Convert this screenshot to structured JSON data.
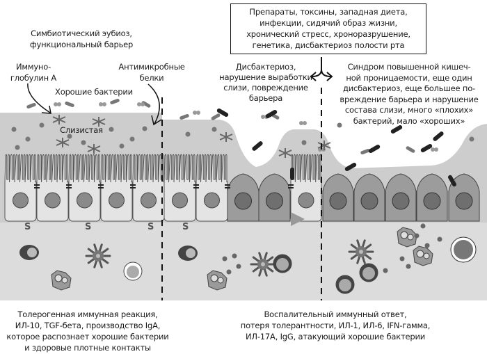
{
  "labels": {
    "eubiosis": [
      "Симбиотический эубиоз,",
      "функциональный барьер"
    ],
    "iga": [
      "Иммуно-",
      "глобулин А"
    ],
    "antimicrobial": [
      "Антимикробные",
      "белки"
    ],
    "good_bacteria": "Хорошие бактерии",
    "mucosa": "Слизистая",
    "factors_box": [
      "Препараты, токсины, западная диета,",
      "инфекции, сидячий образ жизни,",
      "хронический стресс, хроноразрушение,",
      "генетика, дисбактериоз полости рта"
    ],
    "dysbiosis": [
      "Дисбактериоз,",
      "нарушение выработки",
      "слизи, повреждение",
      "барьера"
    ],
    "leaky_gut": [
      "Синдром повышенной кишеч-",
      "ной проницаемости, еще один",
      "дисбактериоз, еще большее по-",
      "вреждение барьера и нарушение",
      "состава слизи, много «плохих»",
      "бактерий, мало «хороших»"
    ],
    "tolerogenic": [
      "Толерогенная иммунная реакция,",
      "ИЛ-10, TGF-бета, производство IgA,",
      "которое распознает хорошие бактерии",
      "и здоровые плотные контакты"
    ],
    "inflammatory": [
      "Воспалительный иммунный ответ,",
      "потеря толерантности, ИЛ-1, ИЛ-6, IFN-гамма,",
      "ИЛ-17А, IgG, атакующий хорошие бактерии"
    ]
  },
  "colors": {
    "mucus": "#cdcdcd",
    "lamina": "#dcdcdc",
    "healthy_cell": "#e4e4e4",
    "damaged_cell": "#9c9c9c",
    "nucleus": "#8a8a8a"
  }
}
